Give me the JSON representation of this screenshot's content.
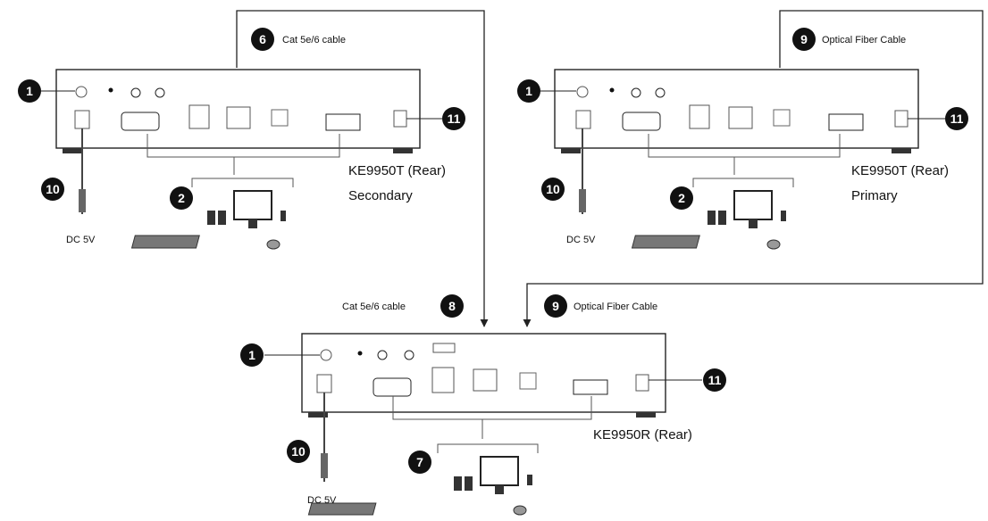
{
  "units": {
    "secondary": {
      "model": "KE9950T (Rear)",
      "role": "Secondary"
    },
    "primary": {
      "model": "KE9950T (Rear)",
      "role": "Primary"
    },
    "receiver": {
      "model": "KE9950R (Rear)"
    }
  },
  "cables": {
    "cat_top": "Cat 5e/6 cable",
    "fiber_top": "Optical Fiber Cable",
    "cat_bottom": "Cat 5e/6 cable",
    "fiber_bottom": "Optical Fiber Cable"
  },
  "power": {
    "dc_label": "DC 5V"
  },
  "callouts": {
    "c1": "1",
    "c2": "2",
    "c6": "6",
    "c7": "7",
    "c8": "8",
    "c9": "9",
    "c10": "10",
    "c11": "11"
  },
  "colors": {
    "line": "#222222",
    "device_fill": "#ffffff",
    "callout_fill": "#111111"
  }
}
